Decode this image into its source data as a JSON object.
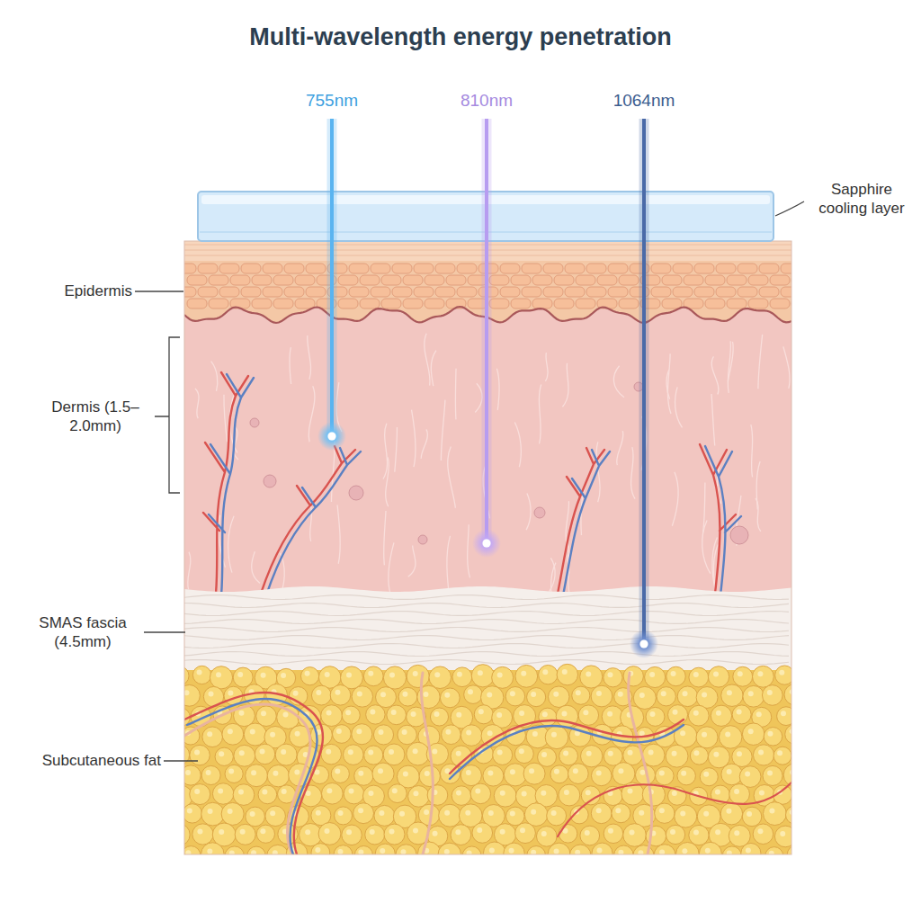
{
  "diagram": {
    "title": "Multi-wavelength energy penetration",
    "labels": [
      "755nm",
      "810nm",
      "1064nm",
      "Sapphire cooling layer",
      "Epidermis",
      "Dermis (1.5–2.0mm)",
      "SMAS fascia (4.5mm)",
      "Subcutaneous fat"
    ]
  }
}
